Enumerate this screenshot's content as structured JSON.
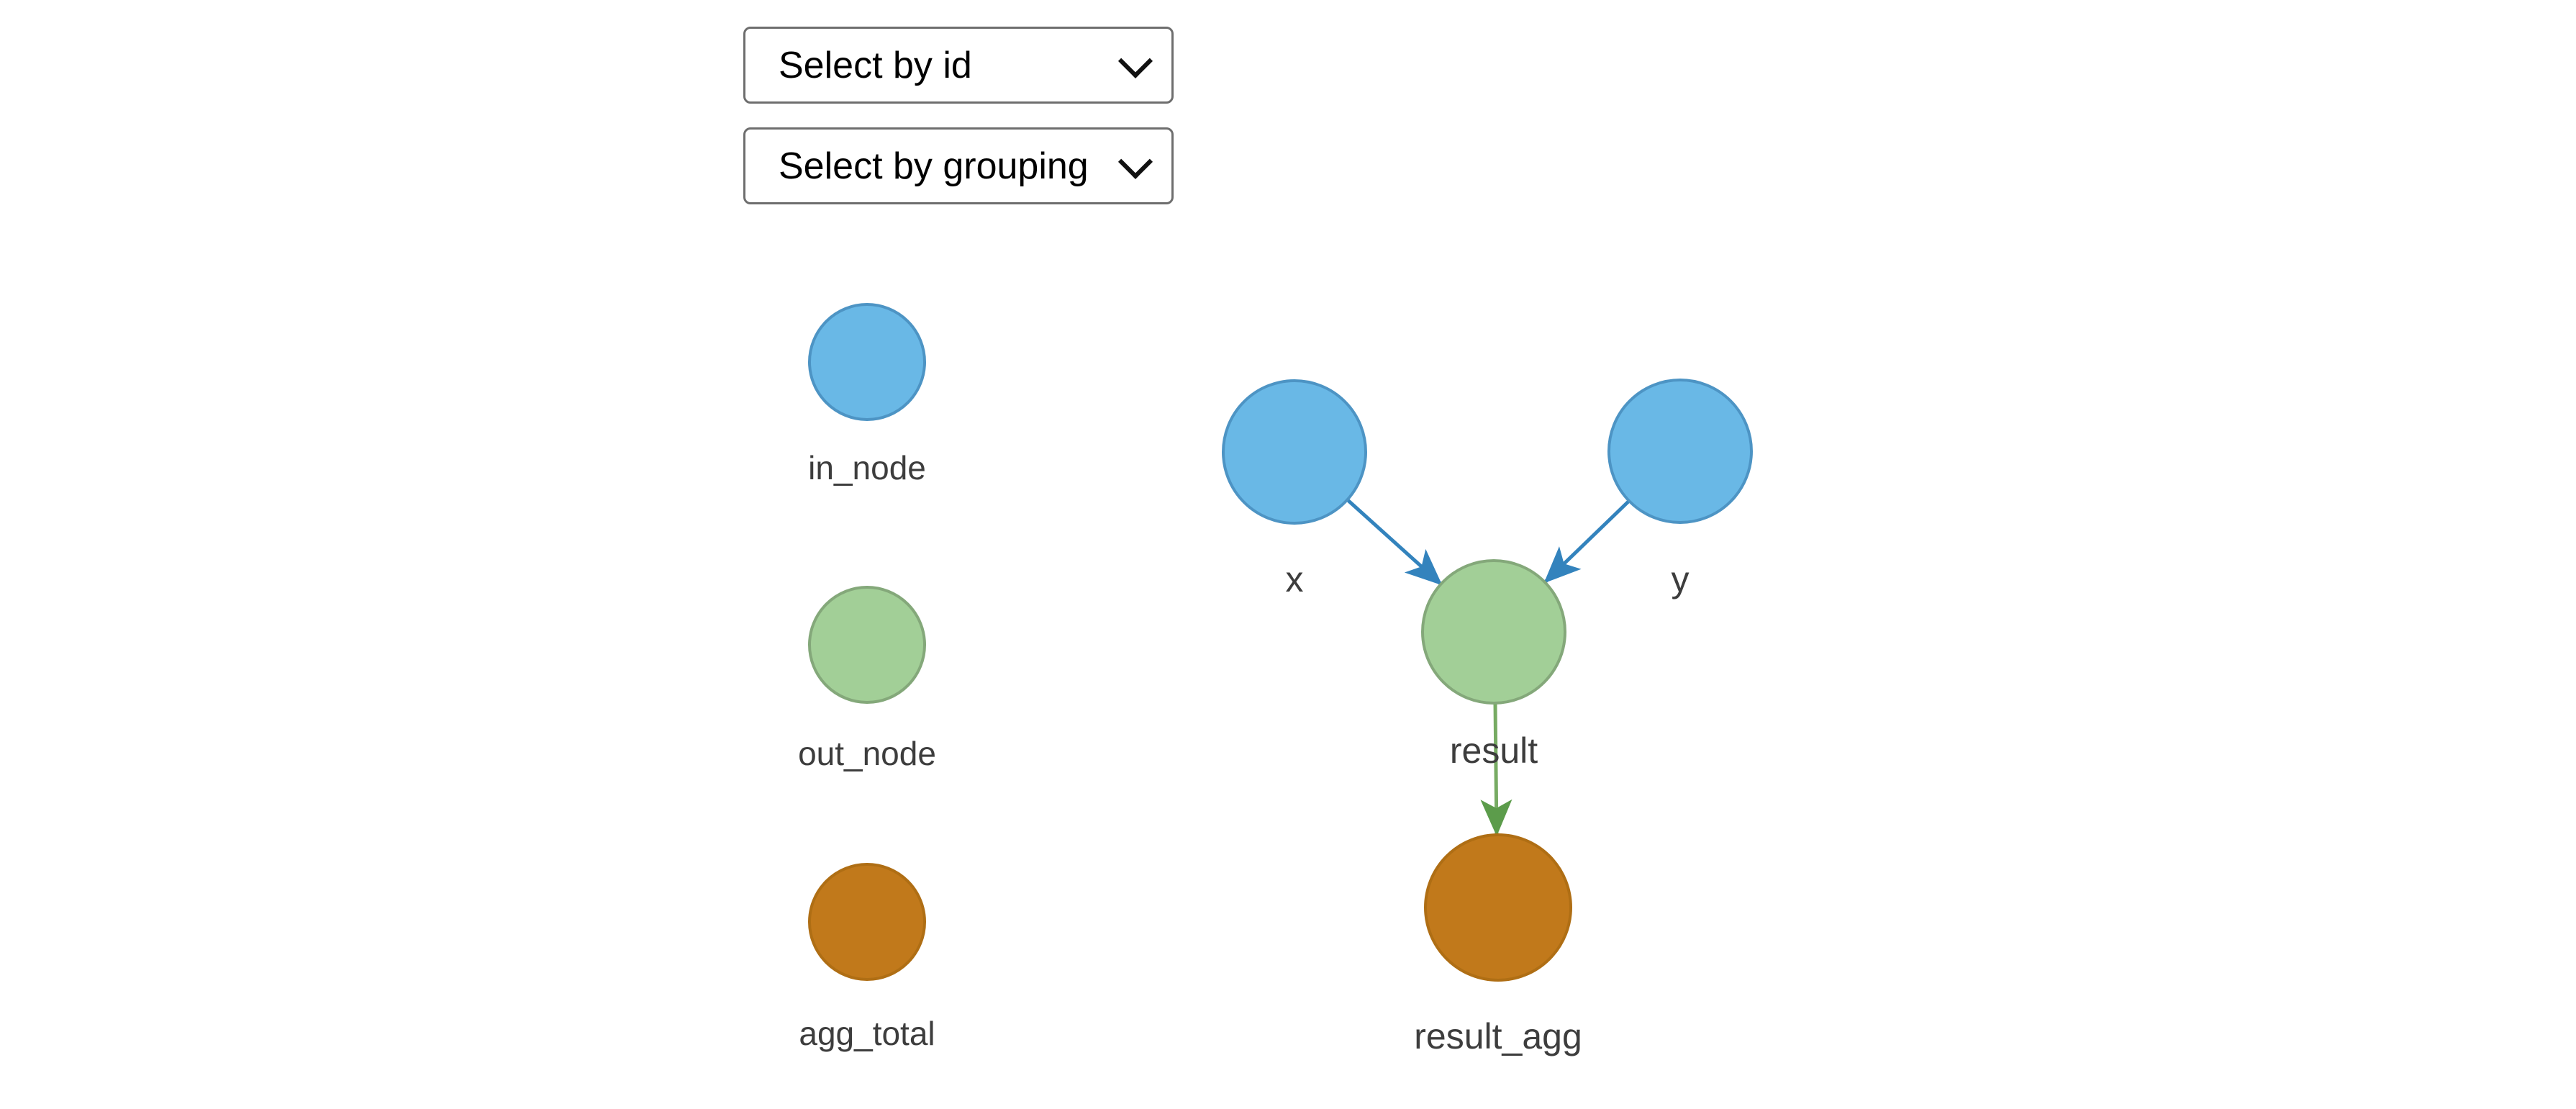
{
  "page": {
    "background": "#ffffff"
  },
  "controls": {
    "select_by_id": {
      "selected": "Select by id"
    },
    "select_by_grouping": {
      "selected": "Select by grouping"
    }
  },
  "colors": {
    "node_blue_fill": "#69B8E6",
    "node_blue_border": "#4D94C4",
    "node_green_fill": "#A2CF97",
    "node_green_border": "#84A87A",
    "node_orange_fill": "#C1791B",
    "node_orange_border": "#AF6E14",
    "edge_blue": "#3383BD",
    "edge_green": "#77AB63",
    "edge_green_head": "#5C9C4B",
    "label_text": "#3D3D3D"
  },
  "legend": {
    "items": [
      {
        "label": "in_node",
        "type": "in_node"
      },
      {
        "label": "out_node",
        "type": "out_node"
      },
      {
        "label": "agg_total",
        "type": "agg_total"
      }
    ]
  },
  "graph": {
    "nodes": [
      {
        "id": "x",
        "label": "x",
        "type": "in_node"
      },
      {
        "id": "y",
        "label": "y",
        "type": "in_node"
      },
      {
        "id": "result",
        "label": "result",
        "type": "out_node"
      },
      {
        "id": "result_agg",
        "label": "result_agg",
        "type": "agg_total"
      }
    ],
    "edges": [
      {
        "from": "x",
        "to": "result"
      },
      {
        "from": "y",
        "to": "result"
      },
      {
        "from": "result",
        "to": "result_agg"
      }
    ]
  }
}
